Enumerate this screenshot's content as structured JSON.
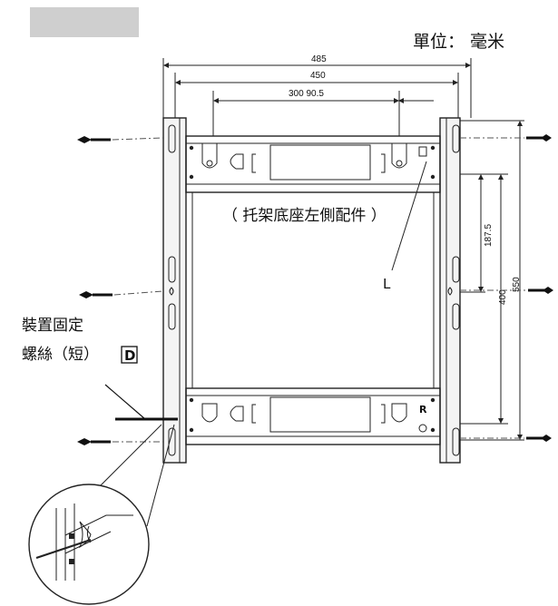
{
  "header": {
    "unit_label": "單位： 毫米",
    "placeholder_color": "#cfcfcf"
  },
  "dimensions": {
    "overall_width": "485",
    "inner_width": "450",
    "hole_spacing": "300 90.5",
    "vertical_small": "187.5",
    "vertical_mid": "400",
    "vertical_total": "550"
  },
  "labels": {
    "bracket_caption": "（ 托架底座左側配件 ）",
    "marker_L": "L",
    "marker_R": "R",
    "screw_line1": "裝置固定",
    "screw_line2": "螺絲（短）",
    "screw_box": "D"
  },
  "colors": {
    "line": "#222222",
    "frame_fill": "#f4f4f4",
    "screw": "#111111"
  }
}
